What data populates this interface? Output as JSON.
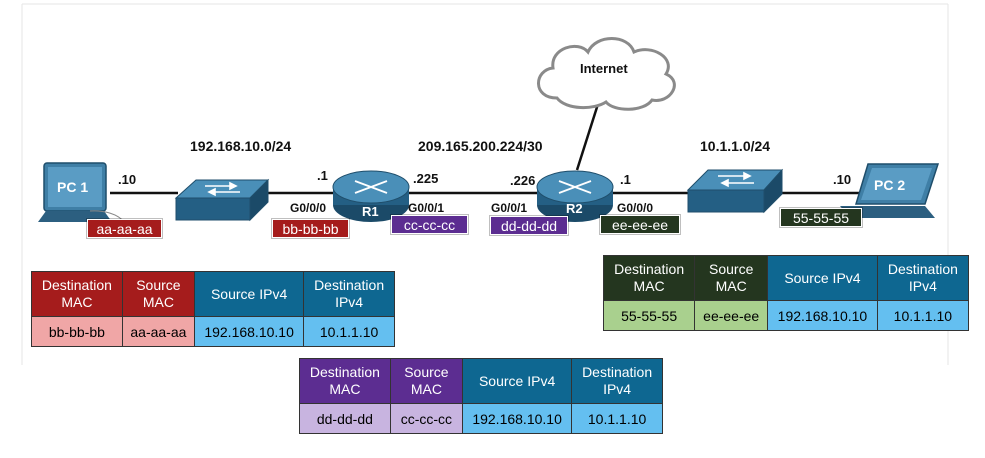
{
  "colors": {
    "red": "#a51c1c",
    "red_light": "#f0a6a6",
    "purple": "#5c2d91",
    "purple_light": "#c8b4e0",
    "green_dark": "#24361f",
    "green_light": "#a9d08e",
    "blue": "#0e6791",
    "blue_light": "#64bff0",
    "device": "#2a6a90"
  },
  "cloud": {
    "label": "Internet"
  },
  "networks": [
    {
      "id": "lan1",
      "label": "192.168.10.0/24"
    },
    {
      "id": "wan",
      "label": "209.165.200.224/30"
    },
    {
      "id": "lan2",
      "label": "10.1.1.0/24"
    }
  ],
  "devices": {
    "pc1": {
      "label": "PC 1",
      "host": ".10",
      "mac": "aa-aa-aa"
    },
    "switch1": {},
    "r1": {
      "label": "R1",
      "g000_iface": "G0/0/0",
      "g000_host": ".1",
      "g000_mac": "bb-bb-bb",
      "g001_iface": "G0/0/1",
      "g001_host": ".225",
      "g001_mac": "cc-cc-cc"
    },
    "r2": {
      "label": "R2",
      "g001_iface": "G0/0/1",
      "g001_host": ".226",
      "g001_mac": "dd-dd-dd",
      "g000_iface": "G0/0/0",
      "g000_host": ".1",
      "g000_mac": "ee-ee-ee"
    },
    "switch2": {},
    "pc2": {
      "label": "PC 2",
      "host": ".10",
      "mac": "55-55-55"
    }
  },
  "headers": {
    "dest_mac": "Destination MAC",
    "src_mac": "Source MAC",
    "src_ipv4": "Source IPv4",
    "dest_ipv4": "Destination IPv4"
  },
  "frames": [
    {
      "id": "frame1",
      "dest_mac": "bb-bb-bb",
      "src_mac": "aa-aa-aa",
      "src_ipv4": "192.168.10.10",
      "dest_ipv4": "10.1.1.10"
    },
    {
      "id": "frame2",
      "dest_mac": "dd-dd-dd",
      "src_mac": "cc-cc-cc",
      "src_ipv4": "192.168.10.10",
      "dest_ipv4": "10.1.1.10"
    },
    {
      "id": "frame3",
      "dest_mac": "55-55-55",
      "src_mac": "ee-ee-ee",
      "src_ipv4": "192.168.10.10",
      "dest_ipv4": "10.1.1.10"
    }
  ]
}
